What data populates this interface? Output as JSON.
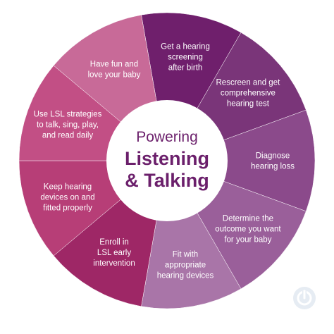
{
  "center": {
    "line1": "Powering",
    "line2": "Listening",
    "line3": "& Talking",
    "color": "#6b1f6b"
  },
  "segments": [
    {
      "lines": [
        "Get a hearing",
        "screening",
        "after birth"
      ],
      "color": "#6f1f6c"
    },
    {
      "lines": [
        "Rescreen and get",
        "comprehensive",
        "hearing test"
      ],
      "color": "#7a3579"
    },
    {
      "lines": [
        "Diagnose",
        "hearing loss"
      ],
      "color": "#8b4a8b"
    },
    {
      "lines": [
        "Determine the",
        "outcome you want",
        "for your baby"
      ],
      "color": "#9a5f9a"
    },
    {
      "lines": [
        "Fit with",
        "appropriate",
        "hearing devices"
      ],
      "color": "#a975a8"
    },
    {
      "lines": [
        "Enroll in",
        "LSL early",
        "intervention"
      ],
      "color": "#9e2766"
    },
    {
      "lines": [
        "Keep hearing",
        "devices on and",
        "fitted properly"
      ],
      "color": "#b73e77"
    },
    {
      "lines": [
        "Use LSL strategies",
        "to talk, sing, play,",
        "and read daily"
      ],
      "color": "#c24f85"
    },
    {
      "lines": [
        "Have fun and",
        "love your baby"
      ],
      "color": "#c86a98"
    }
  ],
  "logo": {
    "icon": "power-icon",
    "color": "#cfd9e6"
  }
}
